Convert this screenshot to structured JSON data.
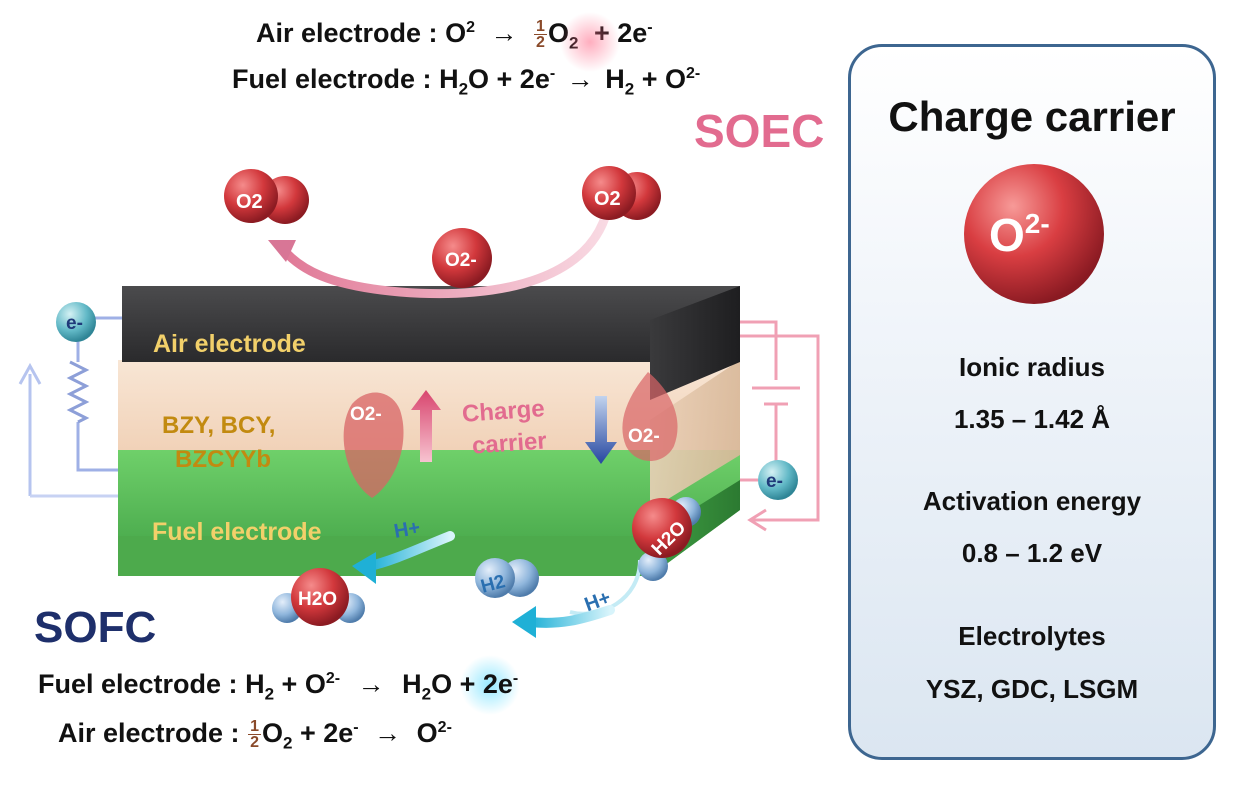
{
  "soec": {
    "label": "SOEC",
    "air_eq": {
      "name": "Air electrode :",
      "lhs": "O",
      "lhs_sup": "2",
      "arrow": "→",
      "num": "1",
      "den": "2",
      "prod": "O",
      "prod_sub": "2",
      "rest": "+ 2e",
      "rest_sup": "-"
    },
    "fuel_eq": {
      "name": "Fuel electrode :",
      "p1": "H",
      "p1_sub": "2",
      "p2": "O + 2e",
      "p2_sup": "-",
      "arrow": "→",
      "p3": "H",
      "p3_sub": "2",
      "p4": "+ O",
      "p4_sup": "2-"
    }
  },
  "sofc": {
    "label": "SOFC",
    "fuel_eq": {
      "name": "Fuel electrode :",
      "p1": "H",
      "p1_sub": "2",
      "p2": "+ O",
      "p2_sup": "2-",
      "arrow": "→",
      "p3": "H",
      "p3_sub": "2",
      "p4": "O + 2e",
      "p4_sup": "-"
    },
    "air_eq": {
      "name": "Air electrode :",
      "num": "1",
      "den": "2",
      "p1": "O",
      "p1_sub": "2",
      "p2": "+ 2e",
      "p2_sup": "-",
      "arrow": "→",
      "p3": "O",
      "p3_sup": "2-"
    }
  },
  "diagram": {
    "air_electrode": "Air electrode",
    "electrolyte_line1": "BZY, BCY,",
    "electrolyte_line2": "BZCYYb",
    "fuel_electrode": "Fuel electrode",
    "charge_carrier_line1": "Charge",
    "charge_carrier_line2": "carrier",
    "o2_molecule": "O2",
    "oxide_ion": "O2-",
    "electron": "e-",
    "proton": "H+",
    "hydrogen": "H2",
    "water": "H2O"
  },
  "panel": {
    "title": "Charge carrier",
    "ion_base": "O",
    "ion_sup": "2-",
    "ionic_radius_label": "Ionic radius",
    "ionic_radius_value": "1.35 – 1.42 Å",
    "activation_label": "Activation energy",
    "activation_value": "0.8 – 1.2 eV",
    "electrolytes_label": "Electrolytes",
    "electrolytes_value": "YSZ, GDC, LSGM"
  },
  "colors": {
    "air_electrode": "#3c3c3e",
    "electrolyte": "#f6dcc6",
    "fuel_electrode": "#5cbf5a",
    "oxide_ion": "#d2383c",
    "proton": "#8fb6dc",
    "soec": "#e26b8f",
    "sofc": "#1e2f6b",
    "panel_border": "#3d6690"
  }
}
